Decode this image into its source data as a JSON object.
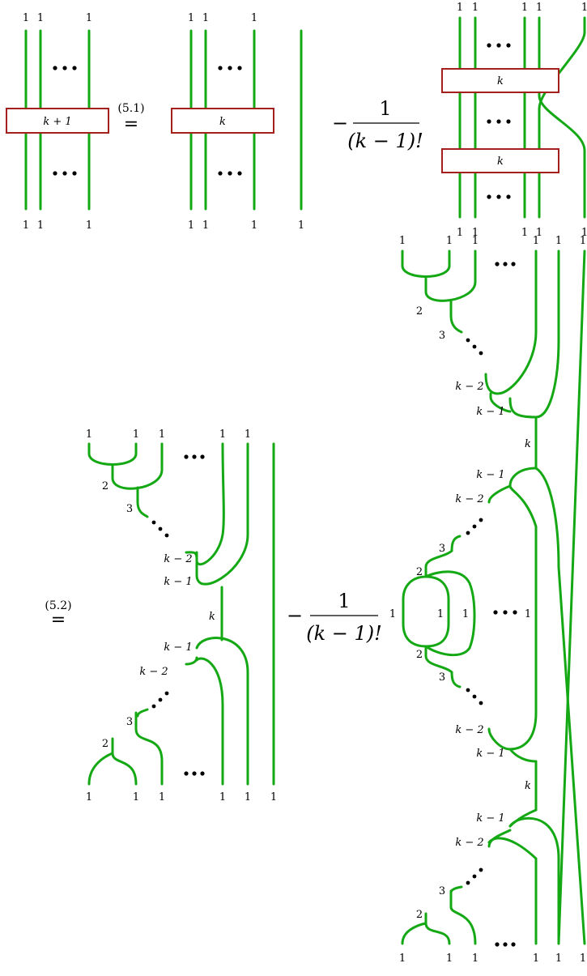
{
  "diagram": {
    "eq1": {
      "tag": "(5.1)",
      "equals": "=",
      "box_top": "k + 1",
      "box_mid": "k",
      "box_right_upper": "k",
      "box_right_lower": "k",
      "minus": "−",
      "numerator": "1",
      "denominator": "(k − 1)!",
      "wire_label": "1"
    },
    "eq2": {
      "tag": "(5.2)",
      "equals": "=",
      "minus": "−",
      "numerator": "1",
      "denominator": "(k − 1)!",
      "wire_label": "1",
      "labels": {
        "two": "2",
        "three": "3",
        "km2": "k − 2",
        "km1": "k − 1",
        "k": "k"
      }
    },
    "colors": {
      "wire": "#15a815",
      "box": "#a3201c"
    }
  }
}
